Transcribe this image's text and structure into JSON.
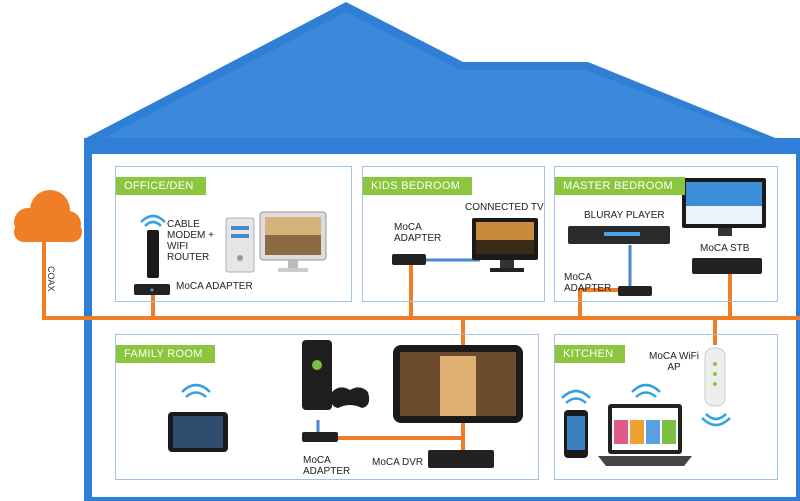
{
  "rooms": {
    "office": {
      "label": "OFFICE/DEN"
    },
    "kids": {
      "label": "KIDS BEDROOM"
    },
    "master": {
      "label": "MASTER BEDROOM"
    },
    "family": {
      "label": "FAMILY ROOM"
    },
    "kitchen": {
      "label": "KITCHEN"
    }
  },
  "devices": {
    "cable_modem": "CABLE MODEM + WIFI ROUTER",
    "office_moca_adapter": "MoCA ADAPTER",
    "kids_moca_adapter": "MoCA ADAPTER",
    "connected_tv": "CONNECTED TV",
    "bluray_player": "BLURAY PLAYER",
    "moca_stb": "MoCA STB",
    "master_moca_adapter": "MoCA ADAPTER",
    "family_moca_adapter": "MoCA ADAPTER",
    "moca_dvr": "MoCA DVR",
    "moca_wifi_ap": "MoCA WiFi AP"
  },
  "coax_label": "COAX",
  "colors": {
    "roof": "#2f7fd6",
    "wall": "#2f7fd6",
    "coax_line": "#f07e26",
    "ethernet_line": "#4a86c8",
    "room_label": "#8cc63f",
    "cloud": "#f07e26"
  }
}
